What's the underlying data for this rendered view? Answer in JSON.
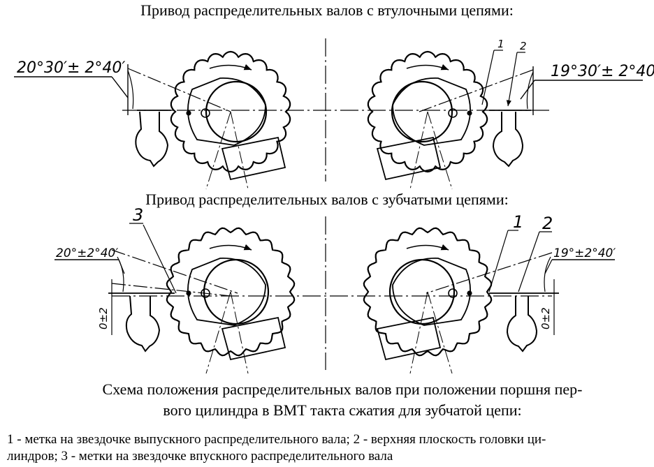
{
  "titles": {
    "top": "Привод распределительных валов с втулочными цепями:",
    "middle": "Привод распределительных валов с зубчатыми цепями:"
  },
  "caption": {
    "line1": "Схема положения распределительных валов при положении поршня пер-",
    "line2": "вого цилиндра в ВМТ такта сжатия для зубчатой цепи:"
  },
  "legend": {
    "line1": "1 - метка на звездочке выпускного распределительного вала; 2 - верхняя плоскость головки ци-",
    "line2": "линдров; 3 - метки на звездочке впускного распределительного вала"
  },
  "annotations": {
    "top_left_angle": "20°30′± 2°40′",
    "top_right_angle": "19°30′± 2°40′",
    "bottom_left_angle": "20°±2°40′",
    "bottom_right_angle": "19°±2°40′",
    "tolerance": "0±2",
    "callout_1": "1",
    "callout_2": "2",
    "callout_3": "3"
  }
}
